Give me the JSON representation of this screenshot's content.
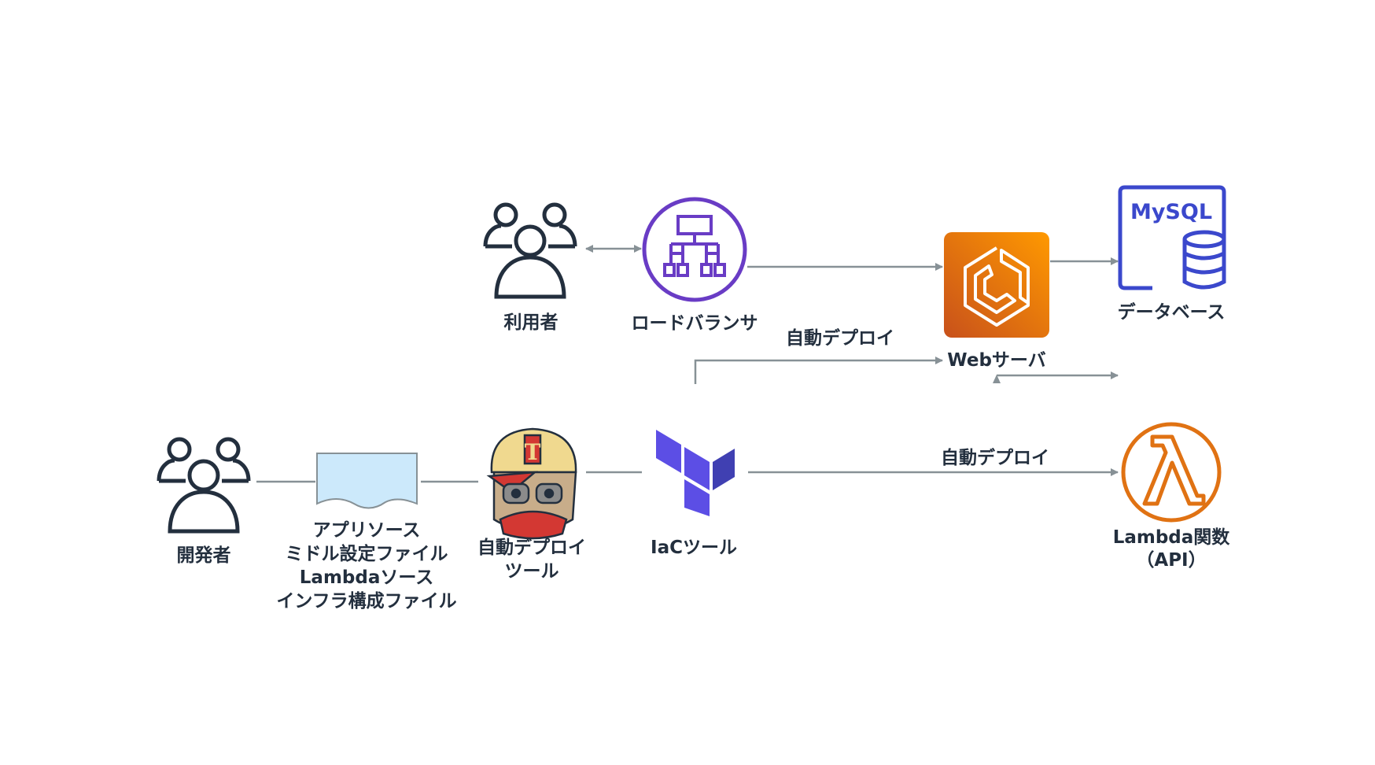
{
  "nodes": {
    "users": {
      "label": "利用者",
      "icon": "users-icon"
    },
    "load_balancer": {
      "label": "ロードバランサ",
      "icon": "load-balancer-icon",
      "color": "#693cc5"
    },
    "web_server": {
      "label": "Webサーバ",
      "icon": "ecs-container-icon",
      "color": "#e8740f"
    },
    "database": {
      "label": "データベース",
      "icon_text": "MySQL",
      "icon": "mysql-database-icon",
      "color": "#3b48cc"
    },
    "developers": {
      "label": "開発者",
      "icon": "users-icon"
    },
    "sources": {
      "lines": [
        "アプリソース",
        "ミドル設定ファイル",
        "Lambdaソース",
        "インフラ構成ファイル"
      ],
      "icon": "document-icon",
      "color": "#cce9fb"
    },
    "deploy_tool": {
      "lines": [
        "自動デプロイ",
        "ツール"
      ],
      "icon": "jenkins-icon"
    },
    "iac_tool": {
      "label": "IaCツール",
      "icon": "terraform-icon",
      "color": "#5c4ee5"
    },
    "lambda": {
      "lines": [
        "Lambda関数",
        "（API）"
      ],
      "icon": "lambda-icon",
      "color": "#e07213"
    }
  },
  "edges": {
    "deploy_web_label": "自動デプロイ",
    "deploy_lambda_label": "自動デプロイ"
  },
  "colors": {
    "edge": "#879196",
    "text": "#232f3e"
  }
}
